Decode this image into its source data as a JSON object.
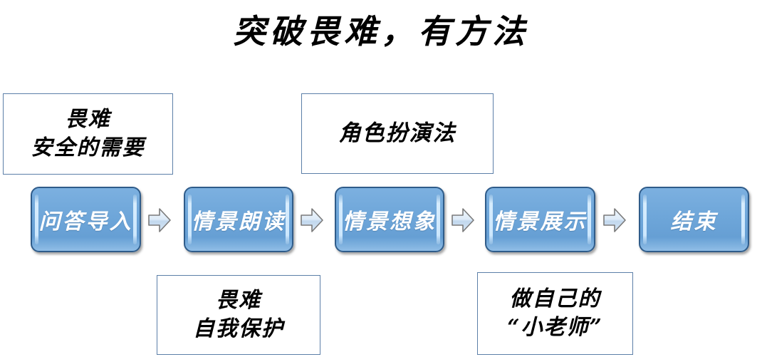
{
  "slide": {
    "title": "突破畏难，有方法",
    "background_color": "#ffffff"
  },
  "colors": {
    "note_border": "#5c7fa8",
    "step_fill": "#6ea6d9",
    "step_border": "#2f5c8a",
    "step_text": "#ffffff",
    "arrow_fill": "#c9dcef",
    "arrow_border": "#808080",
    "text": "#000000"
  },
  "notes": [
    {
      "name": "note-fear-safety",
      "lines": [
        "畏难",
        "安全的需要"
      ]
    },
    {
      "name": "note-roleplay",
      "lines": [
        "角色扮演法"
      ]
    },
    {
      "name": "note-fear-self",
      "lines": [
        "畏难",
        "自我保护"
      ]
    },
    {
      "name": "note-little-teacher",
      "lines": [
        "做自己的",
        "“小老师”"
      ]
    }
  ],
  "flow": {
    "steps": [
      {
        "label": "问答导入"
      },
      {
        "label": "情景朗读"
      },
      {
        "label": "情景想象"
      },
      {
        "label": "情景展示"
      },
      {
        "label": "结束"
      }
    ],
    "arrows": [
      {
        "icon": "right-arrow-icon"
      },
      {
        "icon": "right-arrow-icon"
      },
      {
        "icon": "right-arrow-icon"
      },
      {
        "icon": "right-arrow-icon"
      }
    ]
  }
}
